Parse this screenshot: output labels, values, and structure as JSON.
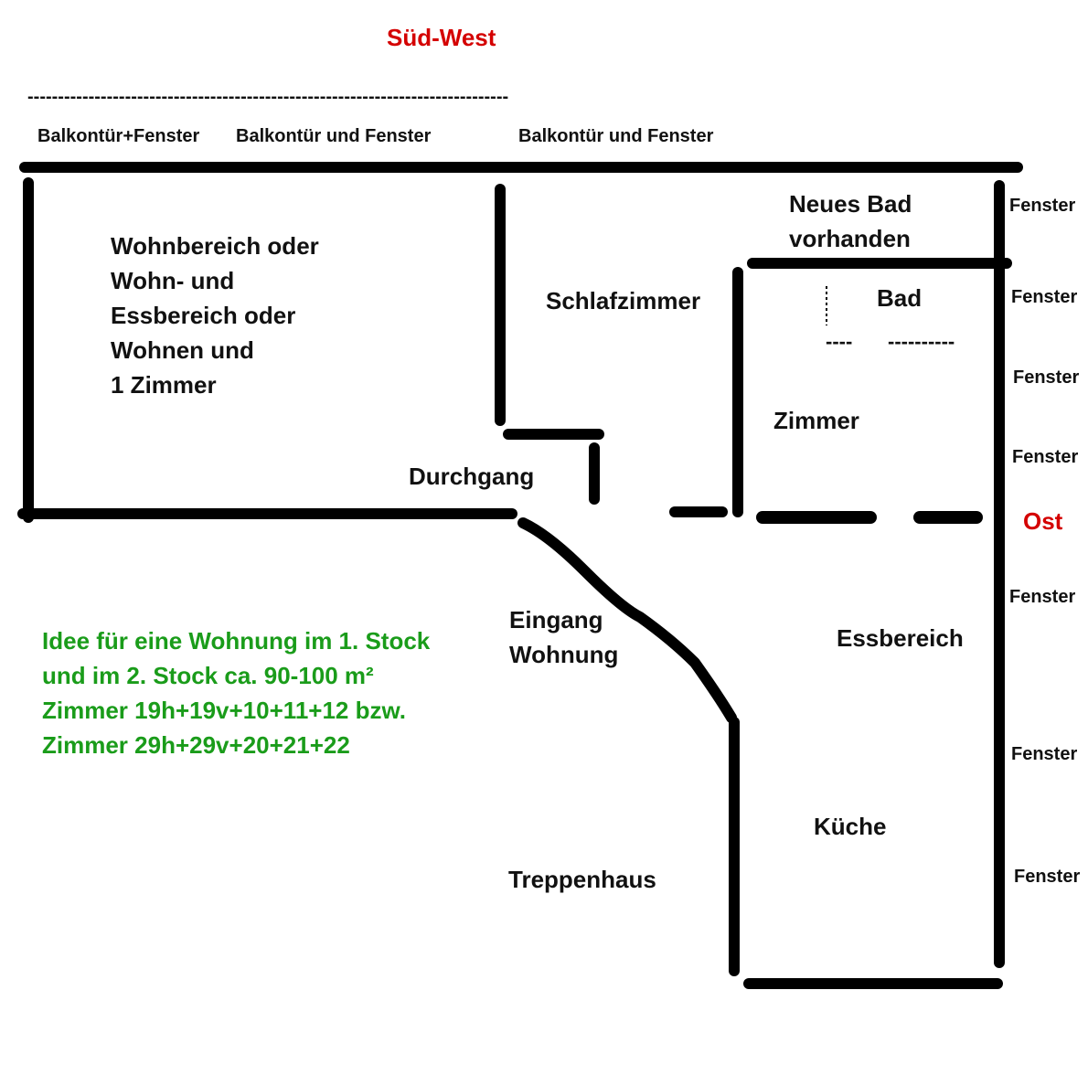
{
  "colors": {
    "wall": "#000000",
    "compass": "#d40000",
    "note": "#1a9c1a",
    "text": "#111111"
  },
  "compass": {
    "south_west": "Süd-West",
    "east": "Ost"
  },
  "top_dash_line": "-------------------------------------------------------------------------------",
  "balcony_labels": [
    "Balkontür+Fenster",
    "Balkontür und Fenster",
    "Balkontür und Fenster"
  ],
  "rooms": {
    "living_area_lines": [
      "Wohnbereich oder",
      "Wohn- und",
      "Essbereich oder",
      "Wohnen und",
      "1 Zimmer"
    ],
    "bedroom": "Schlafzimmer",
    "new_bath_lines": [
      "Neues Bad",
      "vorhanden"
    ],
    "bath": "Bad",
    "bath_dash_left": "----",
    "bath_dash_right": "----------",
    "room": "Zimmer",
    "passage": "Durchgang",
    "entrance_lines": [
      "Eingang",
      "Wohnung"
    ],
    "dining_area": "Essbereich",
    "kitchen": "Küche",
    "stairwell": "Treppenhaus"
  },
  "window_label": "Fenster",
  "note_lines": [
    "Idee für eine Wohnung im 1. Stock",
    "und im 2. Stock ca. 90-100 m²",
    "Zimmer 19h+19v+10+11+12 bzw.",
    "Zimmer 29h+29v+20+21+22"
  ]
}
